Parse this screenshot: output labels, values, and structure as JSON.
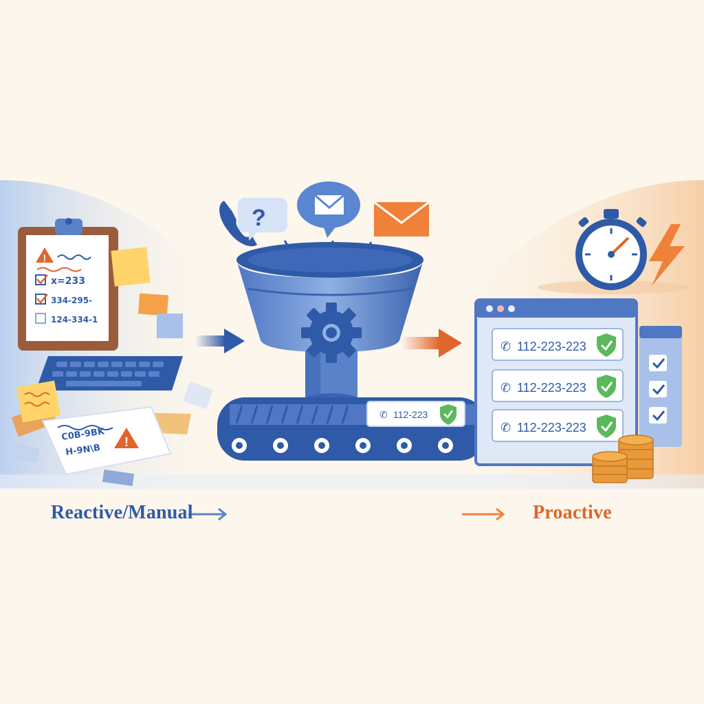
{
  "labels": {
    "left": "Reactive/Manual",
    "right": "Proactive"
  },
  "clipboard": {
    "lines": [
      "x=233",
      "334-295-",
      "124-334-1"
    ]
  },
  "paper": {
    "lines": [
      "C0B-9BK",
      "H-9N\\B"
    ]
  },
  "conveyor_card": {
    "phone": "112-223"
  },
  "result_rows": [
    {
      "phone": "112-223-223"
    },
    {
      "phone": "112-223-223"
    },
    {
      "phone": "112-223-223"
    }
  ],
  "colors": {
    "background": "#fcf6ec",
    "blue_primary": "#2f5aa8",
    "blue_light": "#8fb0e3",
    "orange_accent": "#e0652b",
    "green_check": "#5cb85c"
  },
  "icons": [
    "phone-icon",
    "question-bubble-icon",
    "mail-bubble-icon",
    "envelope-icon",
    "gear-icon",
    "stopwatch-icon",
    "lightning-icon",
    "coins-icon",
    "warning-icon",
    "check-icon"
  ]
}
